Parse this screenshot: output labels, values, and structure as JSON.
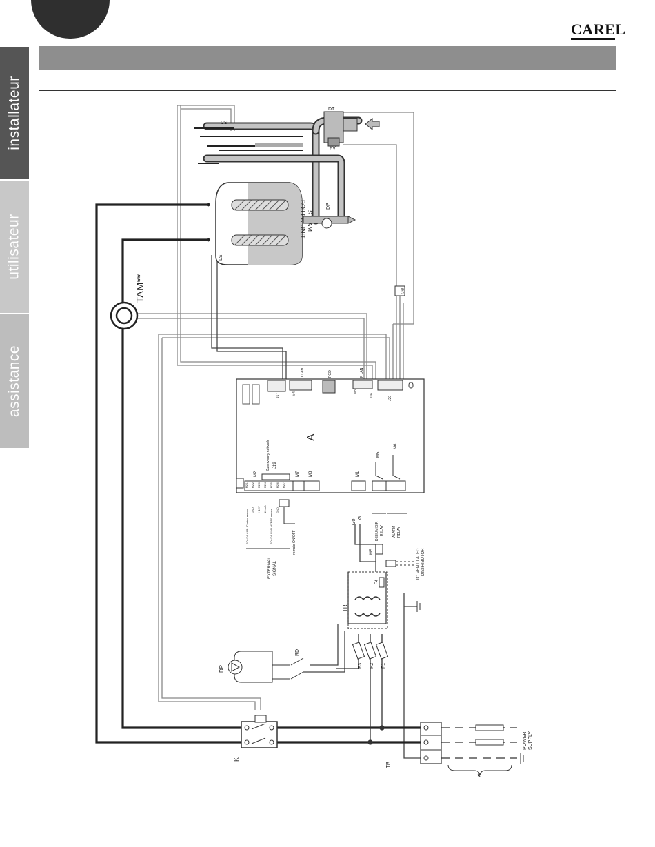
{
  "brand": {
    "logo_text": "CAREL"
  },
  "side_tabs": [
    {
      "label": "installateur",
      "active": true
    },
    {
      "label": "utilisateur",
      "active": false
    },
    {
      "label": "assistance",
      "active": false
    }
  ],
  "diagram": {
    "tam_label": "TAM**",
    "steam_boiler_line1": "STEAM",
    "steam_boiler_line2": "BOILER UNIT",
    "cs": "CS",
    "dt": "DT",
    "fv": "FV",
    "dp_top": "DP",
    "ls": "LS",
    "rd_top": "RD",
    "controller": "A",
    "j17": "J17",
    "m4": "M4",
    "tlan": "T LAN",
    "pgd": "PGD",
    "m3": "M3",
    "plan": "P LAN",
    "j16": "J16",
    "j20": "J20",
    "supervisory": "Supervisory network",
    "j19": "J19",
    "m2": "M2",
    "m7": "M7",
    "m8": "M8",
    "m1": "M1",
    "m5": "M5",
    "m6": "M6",
    "g0": "G0",
    "g": "G",
    "dehum_relay_1": "DEHUMIDIF.",
    "dehum_relay_2": "RELAY",
    "alarm_relay_1": "ALARM",
    "alarm_relay_2": "RELAY",
    "external_signal_1": "EXTERNAL",
    "external_signal_2": "SIGNAL",
    "remote_onoff": "remote ON/OFF",
    "ms": "MS",
    "vent_1": "TO VENTILATED",
    "vent_2": "DISTRIBUTOR",
    "f4": "F4",
    "tr": "TR",
    "dp_bottom": "DP",
    "rd_bottom": "RD",
    "f3": "F3",
    "f2": "F2",
    "f1": "F1",
    "k": "K",
    "tb": "TB",
    "power_1": "POWER",
    "power_2": "SUPPLY",
    "asterisk": "*",
    "m2_pins": [
      "M2.1",
      "M2.2",
      "M2.3",
      "M2.4",
      "M2.5",
      "M2.6",
      "M2.7"
    ],
    "m2_labels": [
      "SONDA AMB./Control sensor",
      "GND",
      "+ 12V",
      "10 mA",
      "SONDA LIM./ HYPRE sensor",
      "GND",
      "GND"
    ]
  }
}
